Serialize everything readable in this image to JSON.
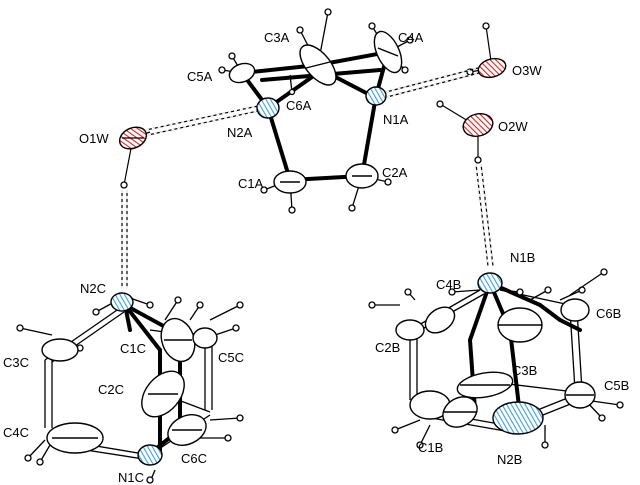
{
  "figure": {
    "atom_labels": {
      "C3A": "C3A",
      "C4A": "C4A",
      "C5A": "C5A",
      "C6A": "C6A",
      "N2A": "N2A",
      "N1A": "N1A",
      "O3W": "O3W",
      "O1W": "O1W",
      "O2W": "O2W",
      "C1A": "C1A",
      "C2A": "C2A",
      "N2C": "N2C",
      "C1C": "C1C",
      "C3C": "C3C",
      "C5C": "C5C",
      "C2C": "C2C",
      "C4C": "C4C",
      "N1C": "N1C",
      "C6C": "C6C",
      "N1B": "N1B",
      "C4B": "C4B",
      "C6B": "C6B",
      "C2B": "C2B",
      "C3B": "C3B",
      "C5B": "C5B",
      "C1B": "C1B",
      "N2B": "N2B"
    },
    "colors": {
      "oxygen": "#e02020",
      "nitrogen": "#3aa0e0",
      "carbon": "#ffffff",
      "bond": "#000000"
    }
  }
}
